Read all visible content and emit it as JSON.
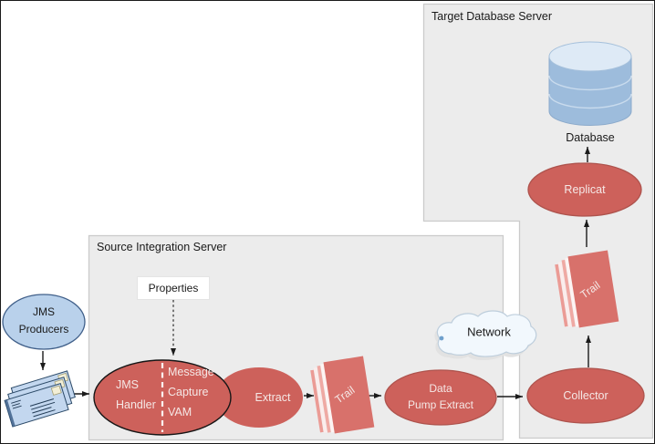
{
  "boxes": {
    "target": {
      "label": "Target Database Server"
    },
    "source": {
      "label": "Source Integration Server"
    }
  },
  "nodes": {
    "database": {
      "label": "Database"
    },
    "replicat": {
      "label": "Replicat"
    },
    "trail_target": {
      "label": "Trail"
    },
    "collector": {
      "label": "Collector"
    },
    "network": {
      "label": "Network"
    },
    "data_pump_extract": {
      "line1": "Data",
      "line2": "Pump Extract"
    },
    "trail_source": {
      "label": "Trail"
    },
    "extract": {
      "label": "Extract"
    },
    "jms_handler": {
      "line1": "JMS",
      "line2": "Handler"
    },
    "message_capture_vam": {
      "line1": "Message",
      "line2": "Capture",
      "line3": "VAM"
    },
    "properties": {
      "label": "Properties"
    },
    "jms_producers": {
      "line1": "JMS",
      "line2": "Producers"
    }
  },
  "colors": {
    "node_red": "#CD615B",
    "node_red_border": "#AE534D",
    "node_blue": "#B9D1EB",
    "node_blue_border": "#41608A",
    "box_fill": "#ECECEC",
    "box_border": "#CBCBCB",
    "db_body": "#9DBCDC",
    "db_top": "#DEEAF6",
    "db_edge": "#8BAACB",
    "cloud_fill": "#F2F8FD",
    "cloud_border": "#BECEDC",
    "trail_face": "#D8716B",
    "envelope_fill": "#C3D7EF",
    "envelope_border": "#2C4A68",
    "arrow": "#1B1B1B",
    "text_dark": "#1A1A1A",
    "text_on_red": "#F5E8E6"
  }
}
